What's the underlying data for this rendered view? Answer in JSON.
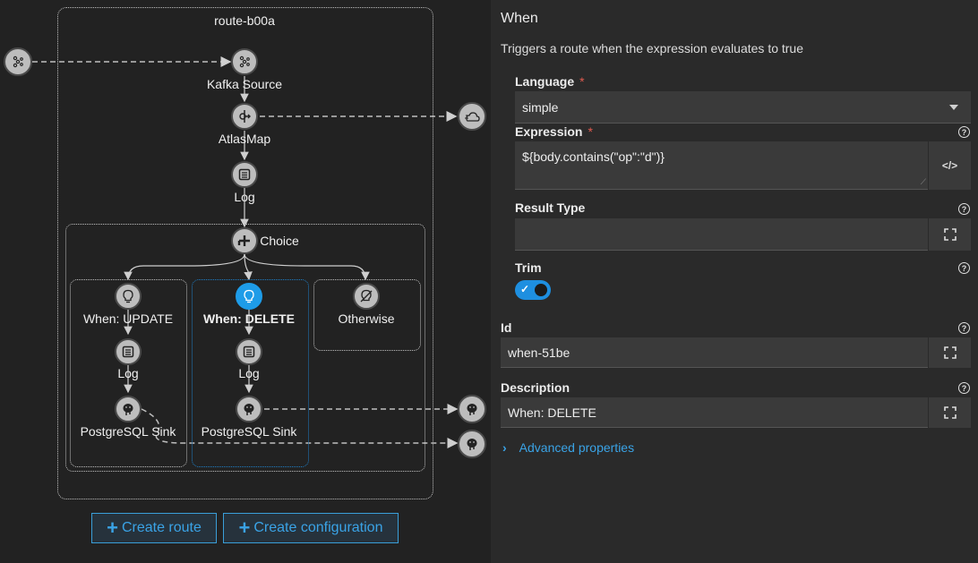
{
  "canvas": {
    "route_title": "route-b00a",
    "nodes": {
      "kafka_source": "Kafka Source",
      "atlasmap": "AtlasMap",
      "log_main": "Log",
      "choice": "Choice",
      "when_update": "When: UPDATE",
      "when_delete": "When: DELETE",
      "otherwise": "Otherwise",
      "log_update": "Log",
      "log_delete": "Log",
      "sink_update": "PostgreSQL Sink",
      "sink_delete": "PostgreSQL Sink"
    },
    "buttons": {
      "create_route": "Create route",
      "create_configuration": "Create configuration"
    }
  },
  "panel": {
    "title": "When",
    "description": "Triggers a route when the expression evaluates to true",
    "language": {
      "label": "Language",
      "required": "*",
      "value": "simple"
    },
    "expression": {
      "label": "Expression",
      "required": "*",
      "value": "${body.contains(\"op\":\"d\")}"
    },
    "result_type": {
      "label": "Result Type",
      "value": ""
    },
    "trim": {
      "label": "Trim",
      "checked": true
    },
    "id": {
      "label": "Id",
      "value": "when-51be"
    },
    "description_field": {
      "label": "Description",
      "value": "When: DELETE"
    },
    "advanced": {
      "label": "Advanced properties"
    }
  },
  "colors": {
    "accent": "#1e9ce8",
    "link": "#3aa3e6",
    "required": "#e05a4f"
  }
}
